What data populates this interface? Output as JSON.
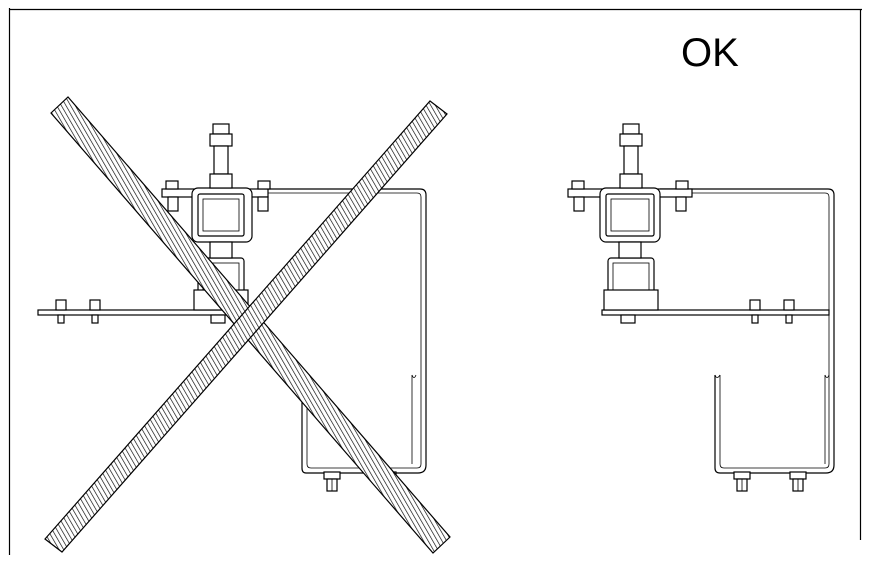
{
  "figure": {
    "label_ok": "OK",
    "panels": [
      {
        "id": "incorrect",
        "crossed_out": true
      },
      {
        "id": "correct",
        "crossed_out": false
      }
    ],
    "colors": {
      "line": "#000000",
      "background": "#ffffff",
      "hatch": "#000000"
    }
  }
}
